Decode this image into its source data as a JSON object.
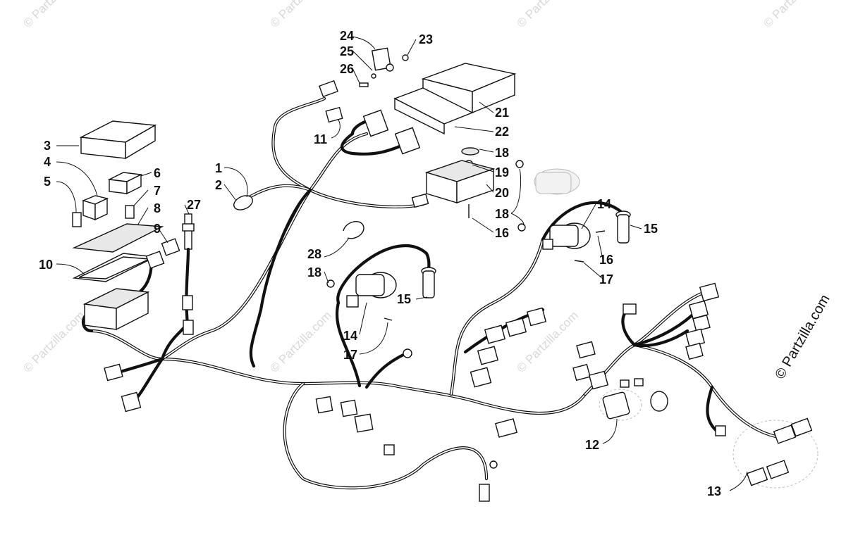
{
  "watermark": "© Partzilla.com",
  "copyright": "© Partzilla.com",
  "callouts": [
    {
      "id": "1",
      "text": "1"
    },
    {
      "id": "2",
      "text": "2"
    },
    {
      "id": "3",
      "text": "3"
    },
    {
      "id": "4",
      "text": "4"
    },
    {
      "id": "5",
      "text": "5"
    },
    {
      "id": "6",
      "text": "6"
    },
    {
      "id": "7",
      "text": "7"
    },
    {
      "id": "8",
      "text": "8"
    },
    {
      "id": "9",
      "text": "9"
    },
    {
      "id": "10",
      "text": "10"
    },
    {
      "id": "11",
      "text": "11"
    },
    {
      "id": "12",
      "text": "12"
    },
    {
      "id": "13",
      "text": "13"
    },
    {
      "id": "14a",
      "text": "14"
    },
    {
      "id": "14b",
      "text": "14"
    },
    {
      "id": "15a",
      "text": "15"
    },
    {
      "id": "15b",
      "text": "15"
    },
    {
      "id": "16a",
      "text": "16"
    },
    {
      "id": "16b",
      "text": "16"
    },
    {
      "id": "17a",
      "text": "17"
    },
    {
      "id": "17b",
      "text": "17"
    },
    {
      "id": "18a",
      "text": "18"
    },
    {
      "id": "18b",
      "text": "18"
    },
    {
      "id": "18c",
      "text": "18"
    },
    {
      "id": "19",
      "text": "19"
    },
    {
      "id": "20",
      "text": "20"
    },
    {
      "id": "21",
      "text": "21"
    },
    {
      "id": "22",
      "text": "22"
    },
    {
      "id": "23",
      "text": "23"
    },
    {
      "id": "24",
      "text": "24"
    },
    {
      "id": "25",
      "text": "25"
    },
    {
      "id": "26",
      "text": "26"
    },
    {
      "id": "27",
      "text": "27"
    },
    {
      "id": "28",
      "text": "28"
    }
  ]
}
